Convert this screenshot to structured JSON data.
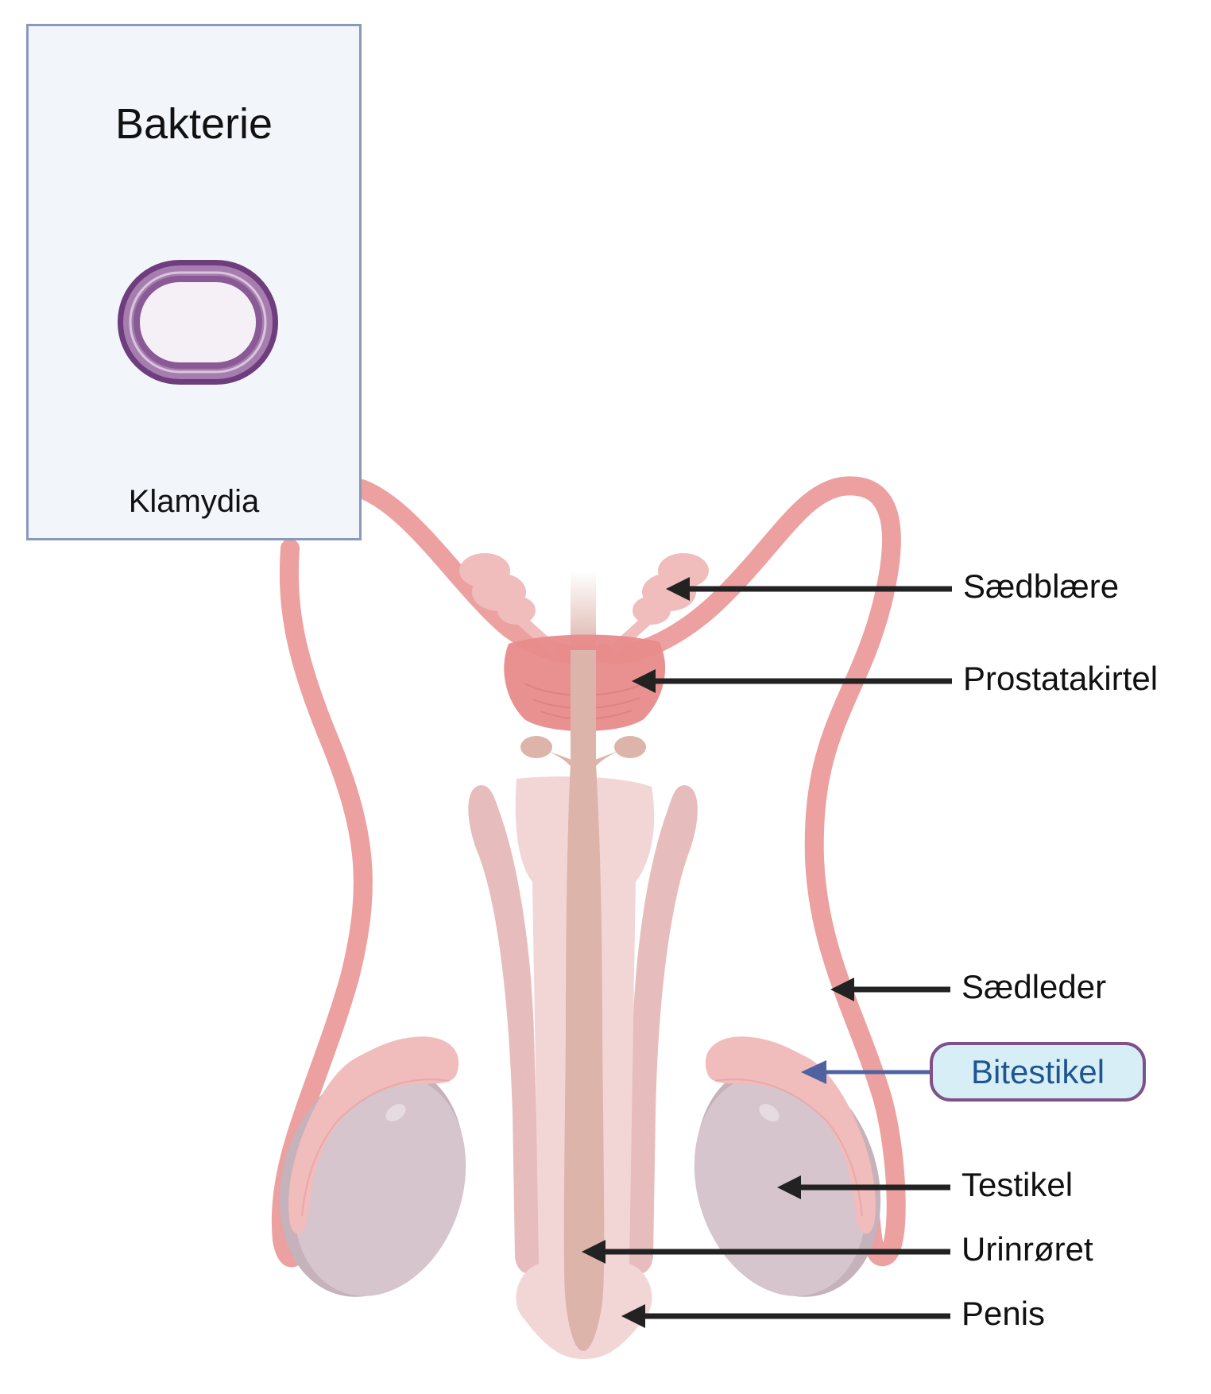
{
  "diagram": {
    "language": "Danish",
    "subject": "Male reproductive system with chlamydia infection highlighted at the epididymis"
  },
  "inset": {
    "title": "Bakterie",
    "caption": "Klamydia",
    "icon": "bacterium-icon"
  },
  "labels": [
    {
      "id": "seminal-vesicle",
      "text": "Sædblære",
      "target": "seminal-vesicle"
    },
    {
      "id": "prostate",
      "text": "Prostatakirtel",
      "target": "prostate-gland"
    },
    {
      "id": "vas-deferens",
      "text": "Sædleder",
      "target": "vas-deferens"
    },
    {
      "id": "epididymis",
      "text": "Bitestikel",
      "target": "epididymis",
      "highlighted": true
    },
    {
      "id": "testis",
      "text": "Testikel",
      "target": "testis"
    },
    {
      "id": "urethra",
      "text": "Urinrøret",
      "target": "urethra"
    },
    {
      "id": "penis",
      "text": "Penis",
      "target": "penis"
    }
  ],
  "colors": {
    "inset_bg": "#f2f6fb",
    "inset_border": "#8a99bb",
    "bacterium_outer": "#6e3d7d",
    "bacterium_mid": "#a77db0",
    "bacterium_inner": "#f5f0f6",
    "vas_deferens": "#eca0a0",
    "prostate": "#e88b8b",
    "seminal_vesicle": "#f0bcbc",
    "erectile_tissue": "#e6bcbc",
    "spongy_tissue": "#f2d6d6",
    "urethra": "#dcb4aa",
    "testis": "#d6c5cc",
    "epididymis": "#f0bcbc",
    "arrow": "#222222",
    "highlight_arrow": "#4e62a0",
    "highlight_fill": "#d8eef6",
    "highlight_border": "#7e5189",
    "highlight_text": "#1e5690"
  }
}
